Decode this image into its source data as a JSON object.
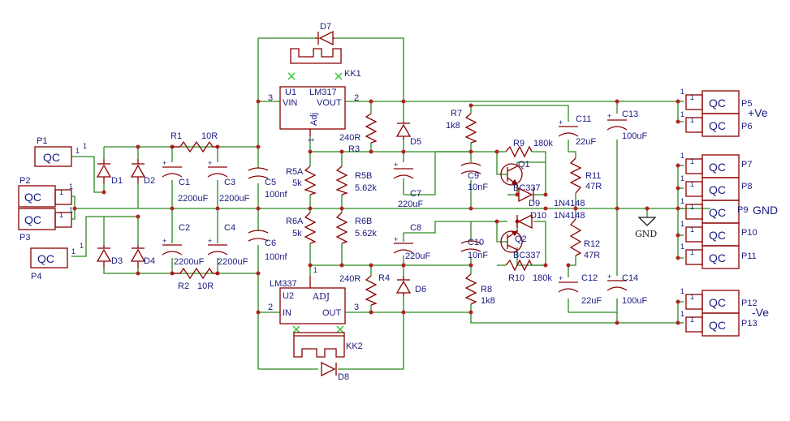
{
  "connectors": {
    "P1": "P1",
    "P2": "P2",
    "P3": "P3",
    "P4": "P4",
    "P5": "P5",
    "P6": "P6",
    "P7": "P7",
    "P8": "P8",
    "P9": "P9",
    "P10": "P10",
    "P11": "P11",
    "P12": "P12",
    "P13": "P13",
    "qc": "QC"
  },
  "nets": {
    "pos": "+Ve",
    "gnd": "GND",
    "neg": "-Ve",
    "gnd_symbol": "GND"
  },
  "pins": {
    "one": "1",
    "two": "2",
    "three": "3"
  },
  "diodes": {
    "D1": "D1",
    "D2": "D2",
    "D3": "D3",
    "D4": "D4",
    "D5": "D5",
    "D6": "D6",
    "D7": "D7",
    "D8": "D8",
    "D9": "D9",
    "D10": "D10",
    "d_type": "1N4148"
  },
  "resistors": {
    "R1": "R1",
    "R1_val": "10R",
    "R2": "R2",
    "R2_val": "10R",
    "R3": "R3",
    "R3_val": "240R",
    "R4": "R4",
    "R4_val": "240R",
    "R5A": "R5A",
    "R5A_val": "5k",
    "R5B": "R5B",
    "R5B_val": "5.62k",
    "R6A": "R6A",
    "R6A_val": "5k",
    "R6B": "R6B",
    "R6B_val": "5.62k",
    "R7": "R7",
    "R7_val": "1k8",
    "R8": "R8",
    "R8_val": "1k8",
    "R9": "R9",
    "R9_val": "180k",
    "R10": "R10",
    "R10_val": "180k",
    "R11": "R11",
    "R11_val": "47R",
    "R12": "R12",
    "R12_val": "47R"
  },
  "capacitors": {
    "C1": "C1",
    "C1_val": "2200uF",
    "C2": "C2",
    "C2_val": "2200uF",
    "C3": "C3",
    "C3_val": "2200uF",
    "C4": "C4",
    "C4_val": "2200uF",
    "C5": "C5",
    "C5_val": "100nf",
    "C6": "C6",
    "C6_val": "100nf",
    "C7": "C7",
    "C7_val": "220uF",
    "C8": "C8",
    "C8_val": "220uF",
    "C9": "C9",
    "C9_val": "10nF",
    "C10": "C10",
    "C10_val": "10nF",
    "C11": "C11",
    "C11_val": "22uF",
    "C12": "C12",
    "C12_val": "22uF",
    "C13": "C13",
    "C13_val": "100uF",
    "C14": "C14",
    "C14_val": "100uF"
  },
  "regulators": {
    "U1": "U1",
    "U1_type": "LM317",
    "U1_vin": "VIN",
    "U1_vout": "VOUT",
    "U1_adj": "Adj",
    "U2": "U2",
    "U2_type": "LM337",
    "U2_in": "IN",
    "U2_out": "OUT",
    "U2_adj": "ADJ",
    "KK1": "KK1",
    "KK2": "KK2"
  },
  "transistors": {
    "Q1": "Q1",
    "Q2": "Q2",
    "type": "BC337"
  },
  "colors": {
    "wire": "#2a8a1f",
    "part": "#8b0000",
    "label": "#1a1a80",
    "node": "#b22222",
    "cross": "#2ec62e"
  }
}
